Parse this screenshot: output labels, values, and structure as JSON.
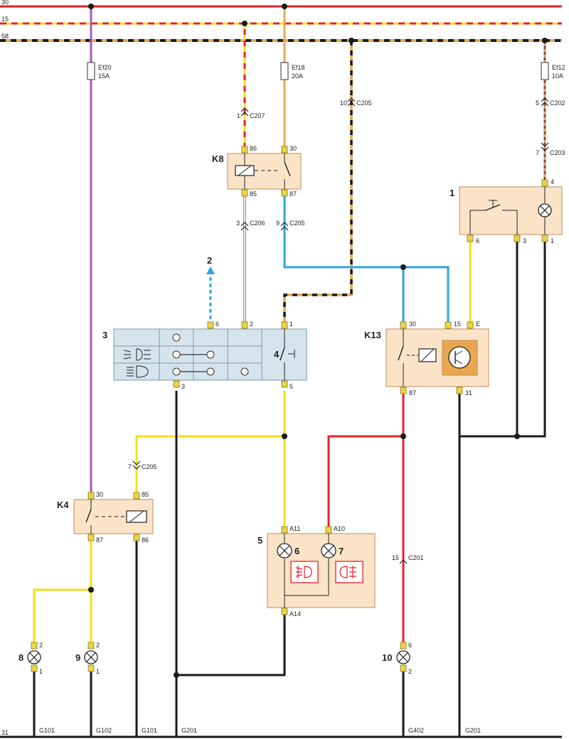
{
  "rails": {
    "r30": "30",
    "r15": "15",
    "r58": "58",
    "r31": "31"
  },
  "fuses": {
    "ef20": {
      "name": "Ef20",
      "rating": "15A"
    },
    "ef18": {
      "name": "Ef18",
      "rating": "20A"
    },
    "ef12": {
      "name": "Ef12",
      "rating": "10A"
    }
  },
  "connectors": {
    "c207": {
      "pin": "1",
      "name": "C207"
    },
    "c205_top": {
      "pin": "10",
      "name": "C205"
    },
    "c202": {
      "pin": "5",
      "name": "C202"
    },
    "c203": {
      "pin": "7",
      "name": "C203"
    },
    "c206": {
      "pin": "3",
      "name": "C206"
    },
    "c205_k8": {
      "pin": "9",
      "name": "C205"
    },
    "c205_k4": {
      "pin": "7",
      "name": "C205"
    },
    "c201": {
      "pin": "15",
      "name": "C201"
    }
  },
  "components": {
    "k8": {
      "label": "K8",
      "pin86": "86",
      "pin30": "30",
      "pin85": "85",
      "pin87": "87"
    },
    "comp1": {
      "label": "1",
      "pin4": "4",
      "pin6": "6",
      "pin3": "3",
      "pin1": "1"
    },
    "arrow2": {
      "label": "2"
    },
    "comp3": {
      "label": "3",
      "pin6": "6",
      "pin2": "2",
      "pin1": "1",
      "pin3": "3",
      "pin5": "5"
    },
    "comp4": {
      "label": "4"
    },
    "k13": {
      "label": "K13",
      "pin30": "30",
      "pin15": "15",
      "pinE": "E",
      "pin87": "87",
      "pin31": "31"
    },
    "k4": {
      "label": "K4",
      "pin30": "30",
      "pin85": "85",
      "pin87": "87",
      "pin86": "86"
    },
    "comp5": {
      "label": "5",
      "pinA11": "A11",
      "pinA10": "A10",
      "pinA14": "A14"
    },
    "lamp6": {
      "label": "6"
    },
    "lamp7": {
      "label": "7"
    },
    "lamp8": {
      "label": "8",
      "pin_top": "2",
      "pin_bottom": "1"
    },
    "lamp9": {
      "label": "9",
      "pin_top": "2",
      "pin_bottom": "1"
    },
    "lamp10": {
      "label": "10",
      "pin_top": "6",
      "pin_bottom": "2"
    }
  },
  "grounds": [
    "G101",
    "G102",
    "G101",
    "G201",
    "G402",
    "G201"
  ],
  "colors": {
    "red": "#e8212a",
    "yellow": "#f5e014",
    "orange": "#e9a84f",
    "violet": "#a857b5",
    "blue": "#2aa5e0",
    "black": "#1a1a1a",
    "gray": "#9a9a9a",
    "brown": "#8a4a2a"
  }
}
